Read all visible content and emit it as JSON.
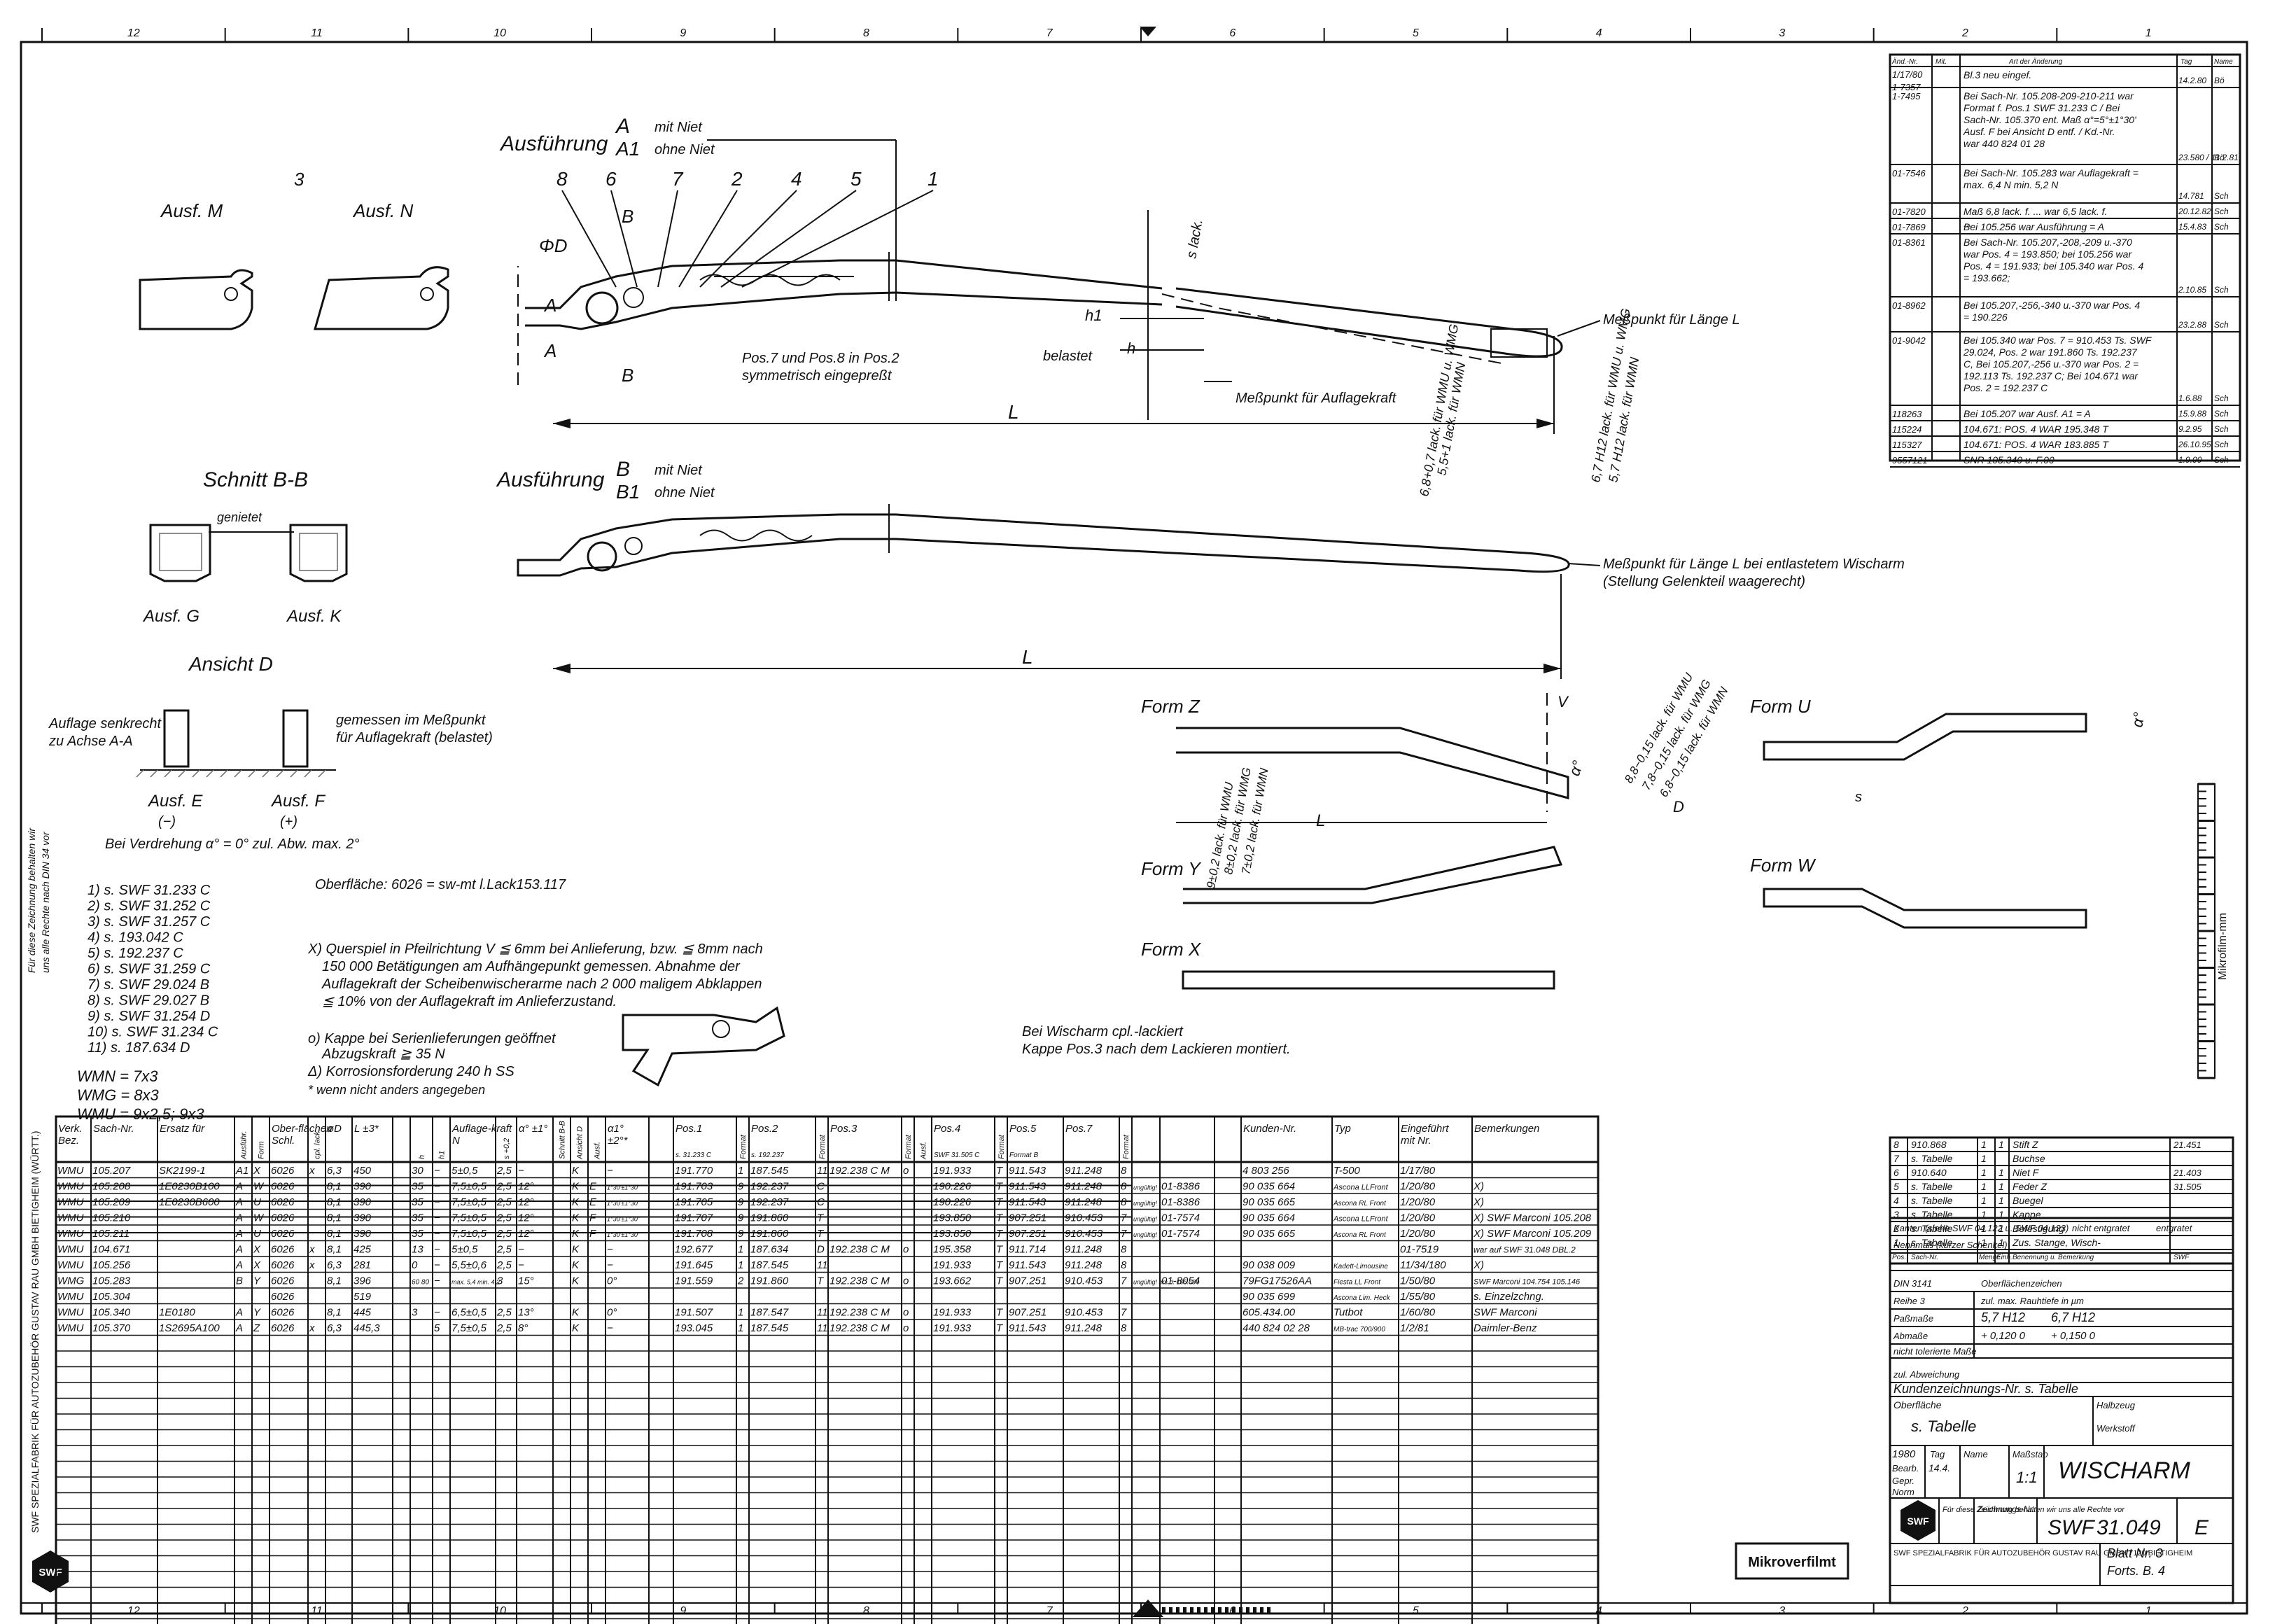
{
  "border": {
    "top_zones": [
      "12",
      "11",
      "10",
      "9",
      "8",
      "7",
      "6",
      "5",
      "4",
      "3",
      "2",
      "1"
    ],
    "bottom_zones": [
      "12",
      "11",
      "10",
      "9",
      "8",
      "7",
      "6",
      "5",
      "4",
      "3",
      "2",
      "1"
    ]
  },
  "revisions": {
    "headers": [
      "Änd.-Nr.",
      "Mit.",
      "Art der Änderung",
      "Tag",
      "Name"
    ],
    "rows": [
      {
        "date": "1/17/80",
        "no": "1-7357",
        "text": "Bl.3 neu eingef.",
        "day": "14.2.80",
        "name": "Bö"
      },
      {
        "date": "",
        "no": "1-7495",
        "text": "Bei Sach-Nr. 105.208-209-210-211 war Format f. Pos.1 SWF 31.233 C / Bei Sach-Nr. 105.370 ent. Maß α°=5°±1°30' Ausf. F bei Ansicht D entf. / Kd.-Nr. war 440 824 01 28",
        "day": "23.580 / 11.2.81",
        "name": "Bö"
      },
      {
        "date": "",
        "no": "01-7546",
        "text": "Bei Sach-Nr. 105.283 war Auflagekraft = max. 6,4 N min. 5,2 N",
        "day": "14.781",
        "name": "Sch"
      },
      {
        "date": "",
        "no": "01-7820",
        "text": "Maß 6,8 lack. f. ... war 6,5 lack. f. ...",
        "day": "20.12.82",
        "name": "Sch"
      },
      {
        "date": "",
        "no": "01-7869",
        "text": "Bei 105.256 war Ausführung = A",
        "day": "15.4.83",
        "name": "Sch"
      },
      {
        "date": "",
        "no": "01-8361",
        "text": "Bei Sach-Nr. 105.207,-208,-209 u.-370 war Pos. 4 = 193.850; bei 105.256 war Pos. 4 = 191.933; bei 105.340 war Pos. 4 = 193.662;",
        "day": "2.10.85",
        "name": "Sch"
      },
      {
        "date": "",
        "no": "01-8962",
        "text": "Bei 105.207,-256,-340 u.-370 war Pos. 4 = 190.226",
        "day": "23.2.88",
        "name": "Sch"
      },
      {
        "date": "",
        "no": "01-9042",
        "text": "Bei 105.340 war Pos. 7 = 910.453 Ts. SWF 29.024, Pos. 2 war 191.860 Ts. 192.237 C, Bei 105.207,-256 u.-370 war Pos. 2 = 192.113 Ts. 192.237 C; Bei 104.671 war Pos. 2 = 192.237 C",
        "day": "1.6.88",
        "name": "Sch"
      },
      {
        "date": "",
        "no": "118263",
        "text": "Bei 105.207 war Ausf. A1 = A",
        "day": "15.9.88",
        "name": "Sch"
      },
      {
        "date": "",
        "no": "115224",
        "text": "104.671: POS. 4 WAR 195.348 T",
        "day": "9.2.95",
        "name": "Sch"
      },
      {
        "date": "",
        "no": "115327",
        "text": "104.671: POS. 4 WAR 183.885 T",
        "day": "26.10.95",
        "name": "Sch"
      },
      {
        "date": "",
        "no": "9557121",
        "text": "SNR 105.340 u. F.00",
        "day": "1.9.00",
        "name": "Sch"
      }
    ]
  },
  "views": {
    "ausf_m": "Ausf. M",
    "ausf_n": "Ausf. N",
    "item_3": "3",
    "ausfuehrung_a_title": "Ausführung",
    "ausfuehrung_a": "A",
    "ausfuehrung_a1": "A1",
    "mit_niet": "mit Niet",
    "ohne_niet": "ohne Niet",
    "ausfuehrung_b": "B",
    "ausfuehrung_b1": "B1",
    "pos_numbers": [
      "8",
      "6",
      "7",
      "2",
      "4",
      "5",
      "1"
    ],
    "phi_d": "ΦD",
    "label_A": "A",
    "label_B": "B",
    "pos_note_1": "Pos.7 und Pos.8 in Pos.2",
    "pos_note_2": "symmetrisch eingepreßt",
    "belastet": "belastet",
    "h1": "h1",
    "h": "h",
    "s_lack": "s lack.",
    "messpunkt_l": "Meßpunkt für Länge L",
    "messpunkt_auflage": "Meßpunkt für Auflagekraft",
    "dim_l": "L",
    "dim_68": "6,8+0,7 lack. für WMU u. WMG",
    "dim_55": "5,5+1 lack. für WMN",
    "dim_67": "6,7 H12 lack. für WMU u. WMG",
    "dim_57": "5,7 H12 lack. für WMN",
    "messpunkt_entlastet_1": "Meßpunkt für Länge L bei entlastetem Wischarm",
    "messpunkt_entlastet_2": "(Stellung Gelenkteil waagerecht)",
    "schnitt_bb": "Schnitt B-B",
    "genietet": "genietet",
    "ausf_g": "Ausf. G",
    "ausf_k": "Ausf. K",
    "ansicht_d": "Ansicht D",
    "auflage_1": "Auflage senkrecht",
    "auflage_2": "zu Achse A-A",
    "gemessen_1": "gemessen im Meßpunkt",
    "gemessen_2": "für Auflagekraft (belastet)",
    "ausf_e": "Ausf. E",
    "ausf_e_sign": "(−)",
    "ausf_f": "Ausf. F",
    "ausf_f_sign": "(+)",
    "verdrehung": "Bei Verdrehung α° = 0° zul. Abw. max. 2°",
    "form_z": "Form Z",
    "form_y": "Form Y",
    "form_x": "Form X",
    "form_u": "Form U",
    "form_w": "Form W",
    "form_v": "V",
    "form_d": "D",
    "form_l": "L",
    "form_alpha": "α°",
    "form_s": "s",
    "form_dim_9": "9±0,2 lack. für WMU",
    "form_dim_8": "8±0,2 lack. für WMG",
    "form_dim_7": "7±0,2 lack. für WMN",
    "form_dim_88": "8,8−0,15 lack. für WMU",
    "form_dim_78": "7,8−0,15 lack. für WMG",
    "form_dim_68": "6,8−0,15 lack. für WMN"
  },
  "notes": {
    "refs": [
      "1) s. SWF 31.233 C",
      "2) s. SWF 31.252 C",
      "3) s. SWF 31.257 C",
      "4) s. 193.042 C",
      "5) s. 192.237 C",
      "6) s. SWF 31.259 C",
      "7) s. SWF 29.024 B",
      "8) s. SWF 29.027 B",
      "9) s. SWF 31.254 D",
      "10) s. SWF 31.234 C",
      "11) s. 187.634 D"
    ],
    "wmn": "WMN = 7x3",
    "wmg": "WMG = 8x3",
    "wmu": "WMU = 9x2,5; 9x3",
    "oberflaeche": "Oberfläche: 6026 = sw-mt l.Lack153.117",
    "x_note": [
      "X) Querspiel in Pfeilrichtung V ≦ 6mm bei Anlieferung, bzw. ≦ 8mm nach",
      "150 000 Betätigungen am Aufhängepunkt gemessen. Abnahme der",
      "Auflagekraft der Scheibenwischerarme nach 2 000 maligem Abklappen",
      "≦ 10% von der Auflagekraft im Anlieferzustand."
    ],
    "o_note": [
      "o) Kappe bei Serienlieferungen geöffnet",
      "Abzugskraft ≧ 35 N"
    ],
    "delta_note": "Δ) Korrosionsforderung 240 h SS",
    "star_note": "* wenn nicht anders angegeben",
    "lackiert_1": "Bei Wischarm cpl.-lackiert",
    "lackiert_2": "Kappe Pos.3 nach dem Lackieren montiert.",
    "side_note_1": "Für diese Zeichnung behalten wir",
    "side_note_2": "uns alle Rechte nach DIN 34 vor"
  },
  "main_table": {
    "headers": [
      "Verk. Bez.",
      "Sach-Nr.",
      "Ersatz für",
      "Ausführ.",
      "Form",
      "Ober-flächen Schl.",
      "cpl. lack.",
      "øD",
      "L ±3*",
      "",
      "h",
      "h1",
      "Auflage-kraft N",
      "s +0,2",
      "α° ±1°",
      "Schnitt B-B",
      "Ansicht D",
      "Ausf.",
      "α1° ±2°*",
      "",
      "Pos.1",
      "Format",
      "Pos.2",
      "Format",
      "Pos.3",
      "Format",
      "Ausf.",
      "Pos.4",
      "Format",
      "Pos.5",
      "Pos.7",
      "Format",
      "",
      "",
      "",
      "Kunden-Nr.",
      "Typ",
      "Eingeführt mit Nr.",
      "Bemerkungen"
    ],
    "subheaders": {
      "pos1": "s. 31.233 C",
      "pos2": "s. 192.237",
      "pos4": "SWF 31.505 C",
      "pos5": "Format B"
    },
    "rows": [
      [
        "WMU",
        "105.207",
        "SK2199-1",
        "A1",
        "X",
        "6026",
        "x",
        "6,3",
        "450",
        "",
        "30",
        "−",
        "5±0,5",
        "2,5",
        "−",
        "",
        "K",
        "",
        "−",
        "",
        "191.770",
        "1",
        "187.545",
        "11",
        "192.238 C M",
        "o",
        "",
        "191.933",
        "T",
        "911.543",
        "911.248",
        "8",
        "",
        "",
        "",
        "4 803 256",
        "T-500",
        "1/17/80",
        ""
      ],
      [
        "WMU",
        "105.208",
        "1E0230B100",
        "A",
        "W",
        "6026",
        "",
        "8,1",
        "390",
        "",
        "35",
        "−",
        "7,5±0,5",
        "2,5",
        "12°",
        "",
        "K",
        "E",
        "1°30'±1°30'",
        "",
        "191.703",
        "9",
        "192.237",
        "C",
        "",
        "",
        "",
        "190.226",
        "T",
        "911.543",
        "911.248",
        "8",
        "ungültig!",
        "01-8386",
        "",
        "90 035 664",
        "Ascona LLFront",
        "1/20/80",
        "X)"
      ],
      [
        "WMU",
        "105.209",
        "1E0230B600",
        "A",
        "U",
        "6026",
        "",
        "8,1",
        "390",
        "",
        "35",
        "−",
        "7,5±0,5",
        "2,5",
        "12°",
        "",
        "K",
        "E",
        "1°30'±1°30'",
        "",
        "191.705",
        "9",
        "192.237",
        "C",
        "",
        "",
        "",
        "190.226",
        "T",
        "911.543",
        "911.248",
        "8",
        "ungültig!",
        "01-8386",
        "",
        "90 035 665",
        "Ascona RL Front",
        "1/20/80",
        "X)"
      ],
      [
        "WMU",
        "105.210",
        "",
        "A",
        "W",
        "6026",
        "",
        "8,1",
        "390",
        "",
        "35",
        "−",
        "7,5±0,5",
        "2,5",
        "12°",
        "",
        "K",
        "F",
        "1°30'±1°30'",
        "",
        "191.707",
        "9",
        "191.860",
        "T",
        "",
        "",
        "",
        "193.850",
        "T",
        "907.251",
        "910.453",
        "7",
        "ungültig!",
        "01-7574",
        "",
        "90 035 664",
        "Ascona LLFront",
        "1/20/80",
        "X) SWF Marconi 105.208"
      ],
      [
        "WMU",
        "105.211",
        "",
        "A",
        "U",
        "6026",
        "",
        "8,1",
        "390",
        "",
        "35",
        "−",
        "7,5±0,5",
        "2,5",
        "12°",
        "",
        "K",
        "F",
        "1°30'±1°30'",
        "",
        "191.708",
        "9",
        "191.860",
        "T",
        "",
        "",
        "",
        "193.850",
        "T",
        "907.251",
        "910.453",
        "7",
        "ungültig!",
        "01-7574",
        "",
        "90 035 665",
        "Ascona RL Front",
        "1/20/80",
        "X) SWF Marconi 105.209"
      ],
      [
        "WMU",
        "104.671",
        "",
        "A",
        "X",
        "6026",
        "x",
        "8,1",
        "425",
        "",
        "13",
        "−",
        "5±0,5",
        "2,5",
        "−",
        "",
        "K",
        "",
        "−",
        "",
        "192.677",
        "1",
        "187.634",
        "D",
        "192.238 C M",
        "o",
        "",
        "195.358",
        "T",
        "911.714",
        "911.248",
        "8",
        "",
        "",
        "",
        "",
        "",
        "01-7519",
        "war auf SWF 31.048 DBL.2"
      ],
      [
        "WMU",
        "105.256",
        "",
        "A",
        "X",
        "6026",
        "x",
        "6,3",
        "281",
        "",
        "0",
        "−",
        "5,5±0,6",
        "2,5",
        "−",
        "",
        "K",
        "",
        "−",
        "",
        "191.645",
        "1",
        "187.545",
        "11",
        "",
        "",
        "",
        "191.933",
        "T",
        "911.543",
        "911.248",
        "8",
        "",
        "",
        "",
        "90 038 009",
        "Kadett-Limousine",
        "11/34/180",
        "X)"
      ],
      [
        "WMG",
        "105.283",
        "",
        "B",
        "Y",
        "6026",
        "",
        "8,1",
        "396",
        "",
        "60 80",
        "−",
        "max. 5,4 min. 4,2",
        "3",
        "15°",
        "",
        "K",
        "",
        "0°",
        "",
        "191.559",
        "2",
        "191.860",
        "T",
        "192.238 C M",
        "o",
        "",
        "193.662",
        "T",
        "907.251",
        "910.453",
        "7",
        "ungültig! ers.d. 105.630",
        "01-8054",
        "",
        "79FG17526AA",
        "Fiesta LL Front",
        "1/50/80",
        "SWF Marconi 104.754 105.146"
      ],
      [
        "WMU",
        "105.304",
        "",
        "",
        "",
        "6026",
        "",
        "",
        "519",
        "",
        "",
        "",
        "",
        "",
        "",
        "",
        "",
        "",
        "",
        "",
        "",
        "",
        "",
        "",
        "",
        "",
        "",
        "",
        "",
        "",
        "",
        "",
        "",
        "",
        "",
        "90 035 699",
        "Ascona Lim. Heck",
        "1/55/80",
        "s. Einzelzchng."
      ],
      [
        "WMU",
        "105.340",
        "1E0180",
        "A",
        "Y",
        "6026",
        "",
        "8,1",
        "445",
        "",
        "3",
        "−",
        "6,5±0,5",
        "2,5",
        "13°",
        "",
        "K",
        "",
        "0°",
        "",
        "191.507",
        "1",
        "187.547",
        "11",
        "192.238 C M",
        "o",
        "",
        "191.933",
        "T",
        "907.251",
        "910.453",
        "7",
        "",
        "",
        "",
        "605.434.00",
        "Tutbot",
        "1/60/80",
        "SWF Marconi"
      ],
      [
        "WMU",
        "105.370",
        "1S2695A100",
        "A",
        "Z",
        "6026",
        "x",
        "6,3",
        "445,3",
        "",
        "",
        "5",
        "7,5±0,5",
        "2,5",
        "8°",
        "",
        "K",
        "",
        "−",
        "",
        "193.045",
        "1",
        "187.545",
        "11",
        "192.238 C M",
        "o",
        "",
        "191.933",
        "T",
        "911.543",
        "911.248",
        "8",
        "",
        "",
        "",
        "440 824 02 28",
        "MB-trac 700/900",
        "1/2/81",
        "Daimler-Benz"
      ]
    ]
  },
  "parts_list": {
    "rows": [
      {
        "pos": "8",
        "number": "910.868",
        "qty": "1",
        "unit": "1",
        "name": "Stift Z",
        "ref": "21.451"
      },
      {
        "pos": "7",
        "number": "s. Tabelle",
        "qty": "1",
        "unit": "",
        "name": "Buchse",
        "ref": ""
      },
      {
        "pos": "6",
        "number": "910.640",
        "qty": "1",
        "unit": "1",
        "name": "Niet F",
        "ref": "21.403"
      },
      {
        "pos": "5",
        "number": "s. Tabelle",
        "qty": "1",
        "unit": "1",
        "name": "Feder Z",
        "ref": "31.505"
      },
      {
        "pos": "4",
        "number": "s. Tabelle",
        "qty": "1",
        "unit": "1",
        "name": "Buegel",
        "ref": ""
      },
      {
        "pos": "3",
        "number": "s. Tabelle",
        "qty": "1",
        "unit": "1",
        "name": "Kappe",
        "ref": ""
      },
      {
        "pos": "2",
        "number": "s. Tabelle",
        "qty": "1",
        "unit": "1",
        "name": "Befestigung",
        "ref": ""
      },
      {
        "pos": "1",
        "number": "s. Tabelle",
        "qty": "1",
        "unit": "1",
        "name": "Zus. Stange, Wisch-",
        "ref": ""
      }
    ],
    "footer": [
      "Pos.",
      "Sach-Nr.",
      "Menge",
      "Einh.",
      "Benennung u. Bemerkung",
      "SWF"
    ]
  },
  "title_block": {
    "kanten": "Kanten (siehe SWF 04.122 u. SWF 04.123)",
    "nennmass": "Nennmaß (kurzer Schenkel)",
    "nicht_entgratet": "nicht entgratet",
    "entgratet": "entgratet",
    "din_3141": "DIN 3141",
    "oberflaechen": "Oberflächenzeichen",
    "reihe": "Reihe 3",
    "rauhtiefe": "zul. max. Rauhtiefe in µm",
    "passmasse": "Paßmaße",
    "pm_1": "5,7 H12",
    "pm_2": "6,7 H12",
    "abmasse": "Abmaße",
    "am_1": "+ 0,120 0",
    "am_2": "+ 0,150 0",
    "nicht_tol": "nicht tolerierte Maße",
    "zul_abw": "zul. Abweichung",
    "kundenzeichnungs_nr": "Kundenzeichnungs-Nr. s. Tabelle",
    "oberflaeche_lbl": "Oberfläche",
    "oberflaeche_val": "s. Tabelle",
    "halbzeug": "Halbzeug",
    "werkstoff": "Werkstoff",
    "year": "1980",
    "tag": "Tag",
    "name": "Name",
    "bearb": "Bearb.",
    "bearb_day": "14.4.",
    "gepr": "Gepr.",
    "norm": "Norm",
    "massstab": "Maßstab",
    "scale": "1:1",
    "title": "WISCHARM",
    "brand": "SWF",
    "fuer_diese": "Für diese Zeichnung behalten wir uns alle Rechte vor",
    "zeichnungs_label": "Zeichnungs-Nr.",
    "company_code": "SWF",
    "drawing_no": "31.049",
    "revision": "E",
    "blatt": "Blatt Nr. 3",
    "forts": "Forts. B. 4",
    "company": "SWF SPEZIALFABRIK FÜR AUTOZUBEHÖR GUSTAV RAU GMBH 7120 BIETIGHEIM",
    "mikroverfilmt": "Mikroverfilmt"
  },
  "side_texts": {
    "left_company": "SWF SPEZIALFABRIK FÜR AUTOZUBEHÖR GUSTAV RAU GMBH BIETIGHEIM (WÜRTT.)",
    "microfilm_scale": "Mikrofilm-mm"
  }
}
